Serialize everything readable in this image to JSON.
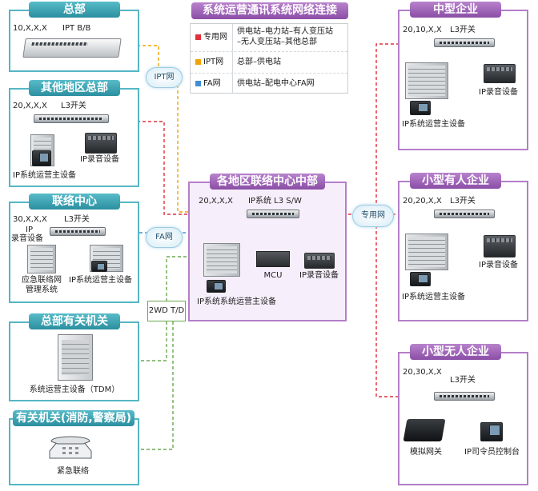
{
  "header": {
    "title": "系统运营通讯系统网络连接"
  },
  "legend": {
    "items": [
      {
        "color": "#e0303a",
        "name": "专用网",
        "desc_1": "供电站–电力站–有人变压站",
        "desc_2": "–无人变压站–其他总部"
      },
      {
        "color": "#f2a200",
        "name": "IPT网",
        "desc_1": "总部–供电站",
        "desc_2": ""
      },
      {
        "color": "#3f8fd2",
        "name": "FA网",
        "desc_1": "供电站–配电中心FA网",
        "desc_2": ""
      }
    ]
  },
  "clouds": {
    "ipt": "IPT网",
    "fa": "FA网",
    "dedicated": "专用网"
  },
  "wdt": {
    "label": "2WD T/D"
  },
  "hq": {
    "title": "总部",
    "ip": "10,X,X,X",
    "device": "IPT B/B"
  },
  "other_hq": {
    "title": "其他地区总部",
    "ip": "20,X,X,X",
    "switch": "L3开关",
    "recorder": "IP录音设备",
    "host": "IP系统运营主设备"
  },
  "liaison": {
    "title": "联络中心",
    "ip": "30,X,X,X",
    "switch": "L3开关",
    "rec_1": "IP",
    "rec_2": "录音设备",
    "mgmt_1": "应急联络网",
    "mgmt_2": "管理系统",
    "host": "IP系统运营主设备"
  },
  "hq_related": {
    "title": "总部有关机关",
    "device": "系统运营主设备（TDM）"
  },
  "agency": {
    "title": "有关机关(消防,警察局)",
    "device": "紧急联络"
  },
  "center": {
    "title": "各地区联络中心中部",
    "ip": "20,X,X,X",
    "switch": "IP系统 L3 S/W",
    "mcu": "MCU",
    "recorder": "IP录音设备",
    "host": "IP系统系统运营主设备"
  },
  "mid_corp": {
    "title": "中型企业",
    "ip": "20,10,X,X",
    "switch": "L3开关",
    "recorder": "IP录音设备",
    "host": "IP系统运营主设备"
  },
  "small_manned": {
    "title": "小型有人企业",
    "ip": "20,20,X,X",
    "switch": "L3开关",
    "recorder": "IP录音设备",
    "host": "IP系统运营主设备"
  },
  "small_unmanned": {
    "title": "小型无人企业",
    "ip": "20,30,X,X",
    "switch": "L3开关",
    "gateway": "模拟网关",
    "console": "IP司令员控制台"
  }
}
